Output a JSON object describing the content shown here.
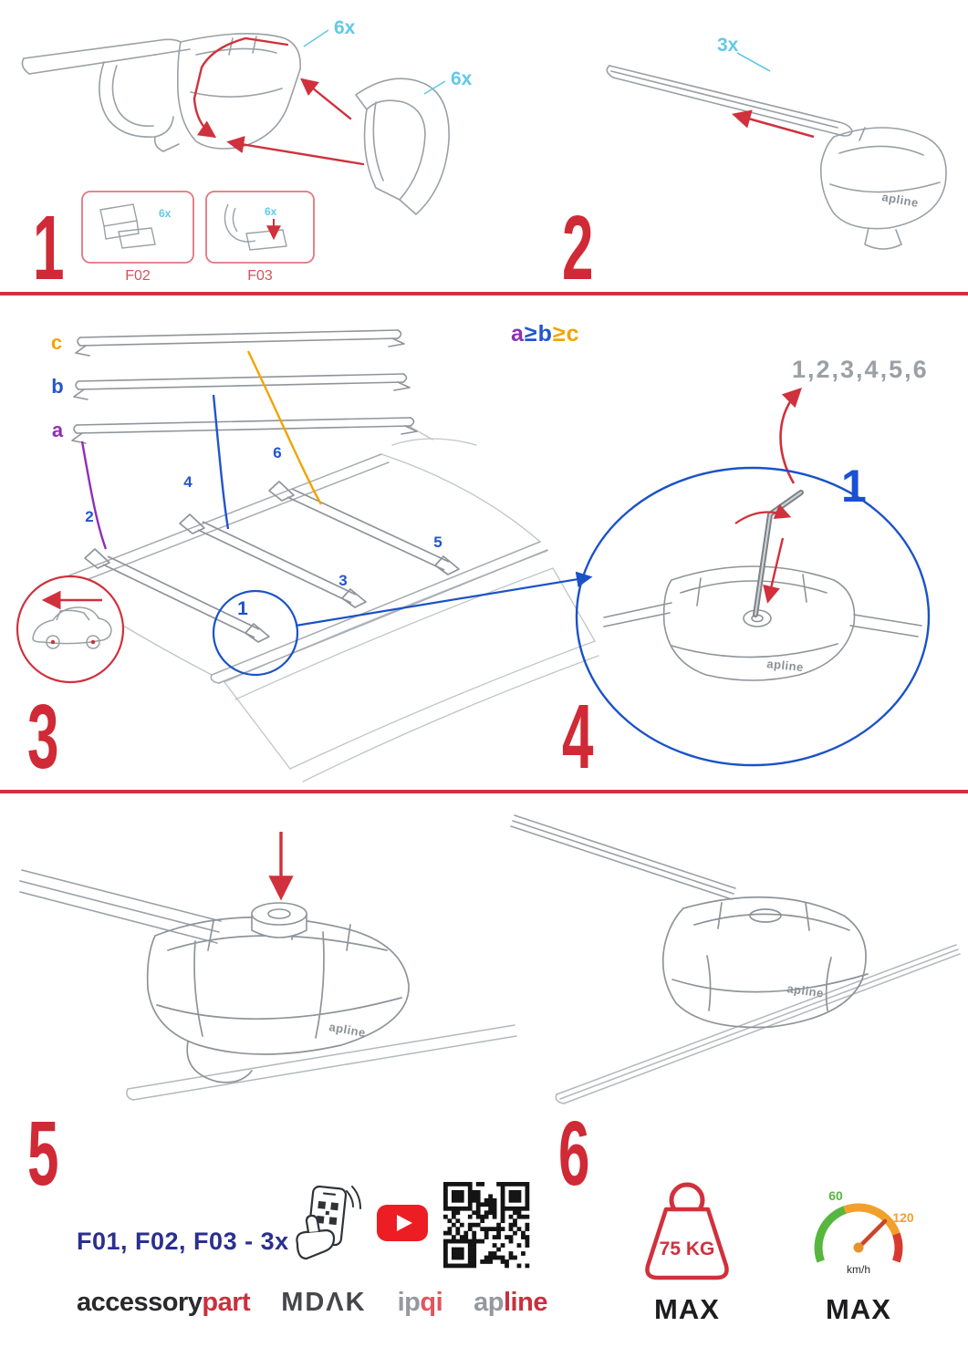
{
  "steps": {
    "s1": {
      "number": "1",
      "qty_a": "6x",
      "qty_b": "6x",
      "box1_label": "F02",
      "box2_label": "F03",
      "box1_qty": "6x",
      "box2_qty": "6x"
    },
    "s2": {
      "number": "2",
      "qty": "3x",
      "brand": "apline"
    },
    "s3": {
      "number": "3",
      "bar_a": "a",
      "bar_b": "b",
      "bar_c": "c",
      "formula": {
        "a": "a",
        "ge1": "≥",
        "b": "b",
        "ge2": "≥",
        "c": "c"
      },
      "pos1": "1",
      "pos2": "2",
      "pos3": "3",
      "pos4": "4",
      "pos5": "5",
      "pos6": "6"
    },
    "s4": {
      "number": "4",
      "sequence": "1,2,3,4,5,6",
      "callout": "1",
      "brand": "apline"
    },
    "s5": {
      "number": "5",
      "brand": "apline"
    },
    "s6": {
      "number": "6",
      "brand": "apline"
    }
  },
  "footer": {
    "parts_line": "F01, F02, F03 - 3x",
    "logo1_dark": "accessory",
    "logo1_red": "part",
    "logo2": "MDΛK",
    "logo3_gray": "ip",
    "logo3_red": "qi",
    "logo4_gray": "ap",
    "logo4_red": "line",
    "weight_value": "75 KG",
    "weight_max": "MAX",
    "speed_low": "60",
    "speed_high": "120",
    "speed_unit": "km/h",
    "speed_max": "MAX"
  },
  "colors": {
    "step_red": "#cf2a36",
    "qty_cyan": "#62c9e6",
    "pos_blue": "#2255cc",
    "bar_a_purple": "#8e2fb8",
    "bar_c_orange": "#f0a500",
    "navy": "#2b2f8e"
  }
}
